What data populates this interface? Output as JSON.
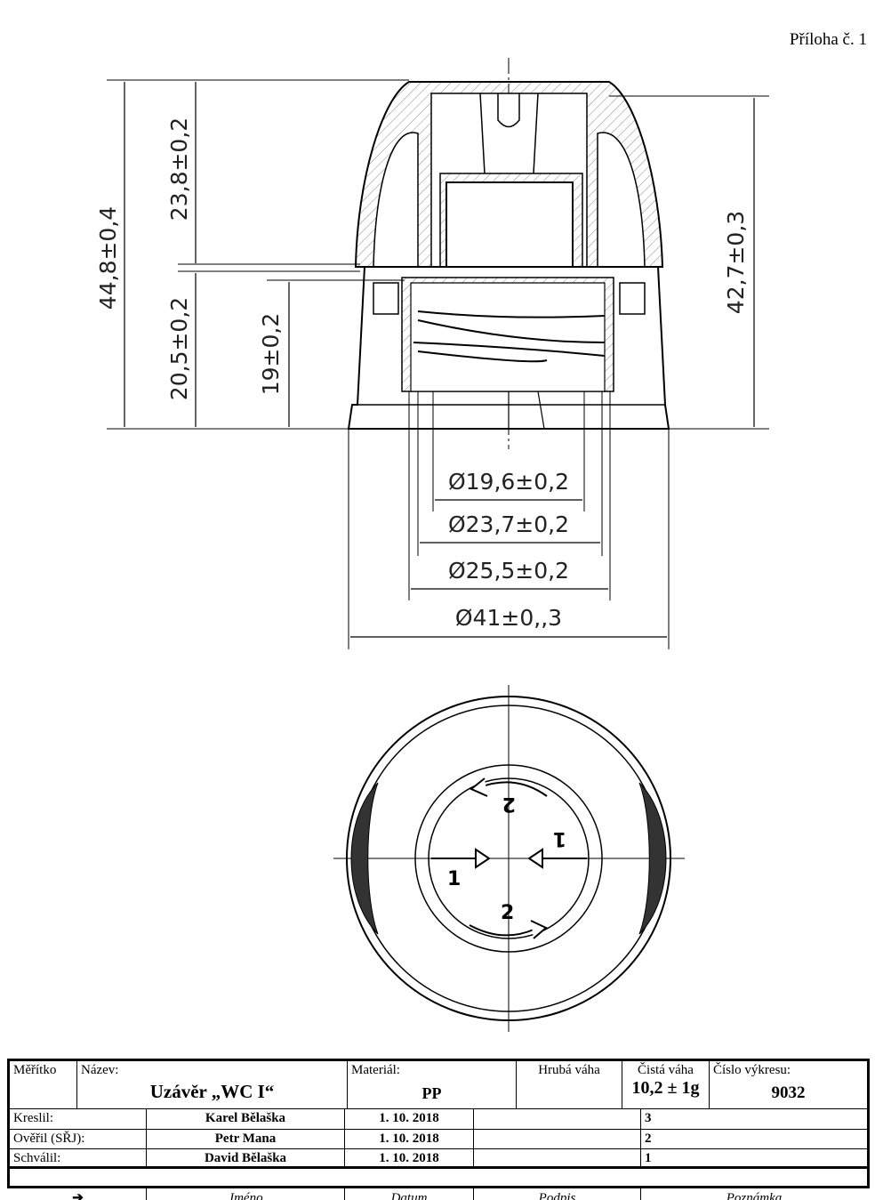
{
  "annex": "Příloha č. 1",
  "dimensions": {
    "total_height": "44,8±0,4",
    "upper_height": "23,8±0,2",
    "lower_height": "20,5±0,2",
    "thread_height": "19±0,2",
    "body_height": "42,7±0,3",
    "d1": "Ø19,6±0,2",
    "d2": "Ø23,7±0,2",
    "d3": "Ø25,5±0,2",
    "d4": "Ø41±0,,3"
  },
  "top_view": {
    "step1": "1",
    "step2": "2"
  },
  "title_block": {
    "scale_label": "Měřítko",
    "name_label": "Název:",
    "name": "Uzávěr „WC I“",
    "material_label": "Materiál:",
    "material": "PP",
    "gross_weight_label": "Hrubá váha",
    "net_weight_label": "Čistá váha",
    "net_weight": "10,2 ± 1g",
    "drawing_no_label": "Číslo výkresu:",
    "drawing_no": "9032",
    "rows": [
      {
        "role": "Kreslil:",
        "name": "Karel Bělaška",
        "date": "1. 10. 2018",
        "signature": "",
        "note": "3"
      },
      {
        "role": "Ověřil (SŘJ):",
        "name": "Petr Mana",
        "date": "1. 10. 2018",
        "signature": "",
        "note": "2"
      },
      {
        "role": "Schválil:",
        "name": "David Bělaška",
        "date": "1. 10. 2018",
        "signature": "",
        "note": "1"
      }
    ],
    "footer": {
      "arrow": "➔",
      "name": "Jméno",
      "date": "Datum",
      "signature": "Podpis",
      "note": "Poznámka"
    }
  }
}
